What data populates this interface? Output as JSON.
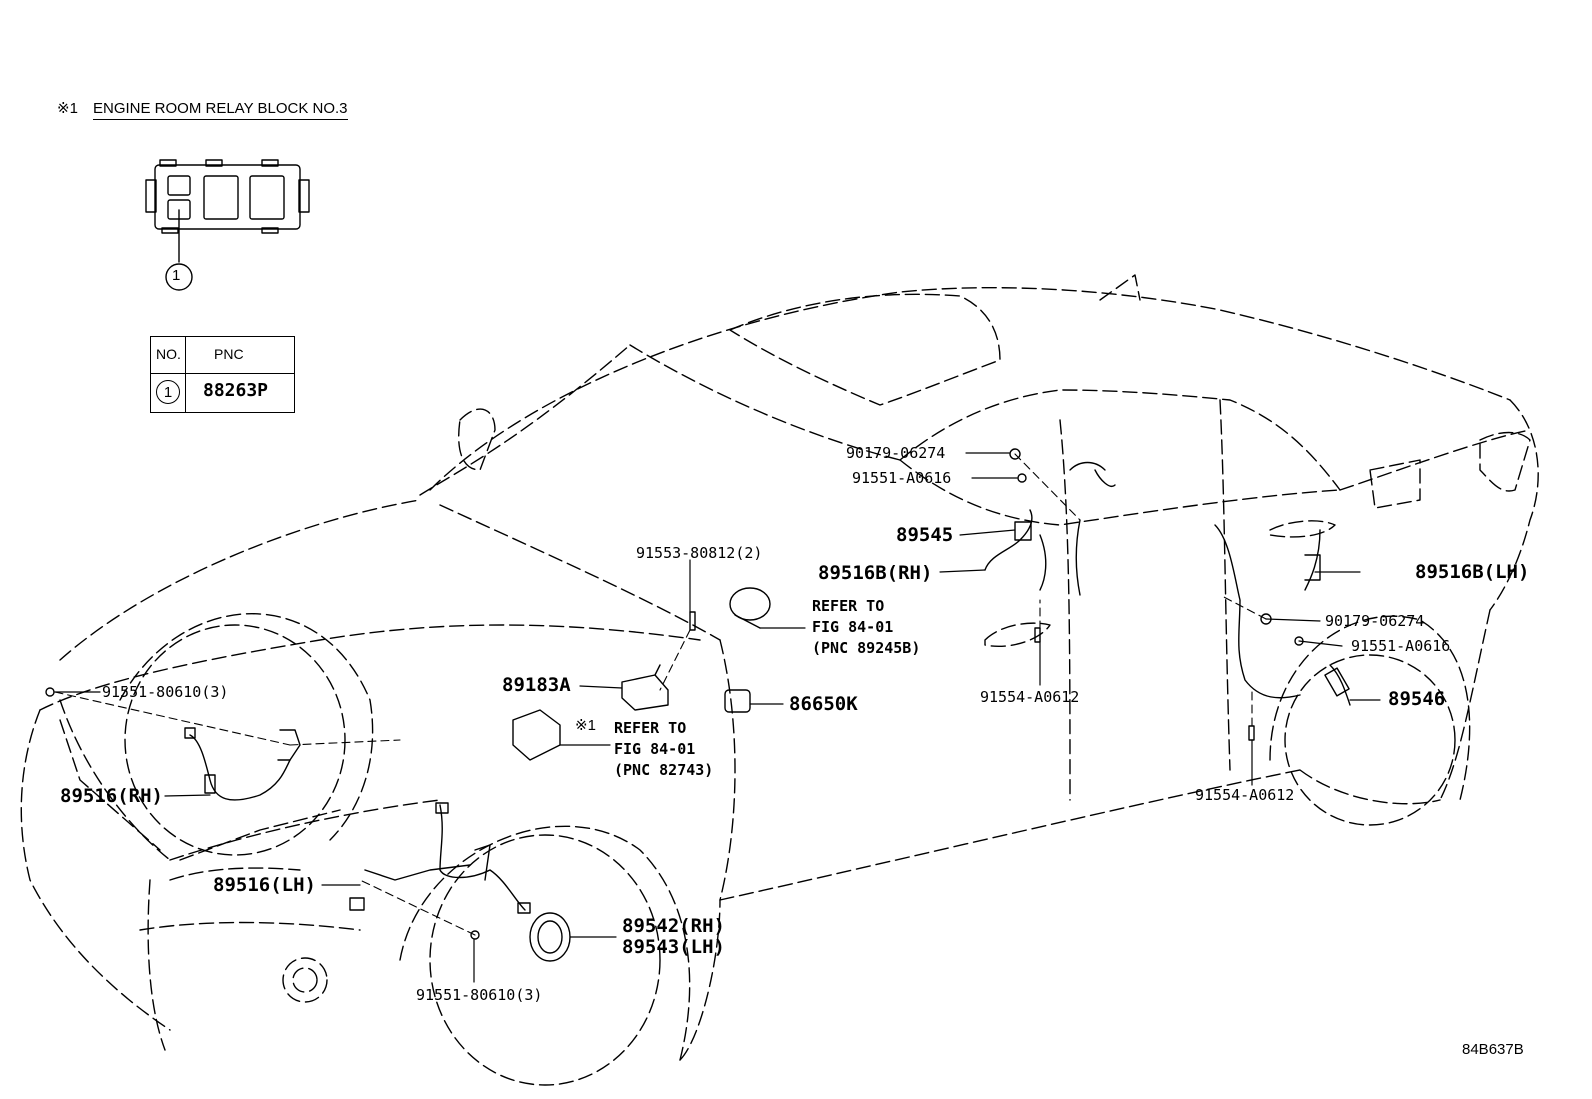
{
  "header": {
    "note_mark": "※1",
    "note_text": "ENGINE ROOM RELAY BLOCK NO.3"
  },
  "relay_block": {
    "callout": "1"
  },
  "legend": {
    "col_no": "NO.",
    "col_pnc": "PNC",
    "row_no": "1",
    "row_pnc": "88263P"
  },
  "parts": {
    "p90179_upper": "90179-06274",
    "p91551_a0616_upper": "91551-A0616",
    "p89545": "89545",
    "p89516b_rh": "89516B(RH)",
    "p91553": "91553-80812(2)",
    "refer1_line1": "REFER TO",
    "refer1_line2": "FIG 84-01",
    "refer1_line3": "(PNC 89245B)",
    "p91554_upper": "91554-A0612",
    "p89516b_lh": "89516B(LH)",
    "p90179_lower": "90179-06274",
    "p91551_a0616_lower": "91551-A0616",
    "p89546": "89546",
    "p91554_lower": "91554-A0612",
    "p91551_80610_upper": "91551-80610(3)",
    "p89183a": "89183A",
    "p86650k": "86650K",
    "refer2_mark": "※1",
    "refer2_line1": "REFER TO",
    "refer2_line2": "FIG 84-01",
    "refer2_line3": "(PNC 82743)",
    "p89516_rh": "89516(RH)",
    "p89516_lh": "89516(LH)",
    "p89542_rh": "89542(RH)",
    "p89543_lh": "89543(LH)",
    "p91551_80610_lower": "91551-80610(3)"
  },
  "footer": {
    "figure_code": "84B637B"
  }
}
